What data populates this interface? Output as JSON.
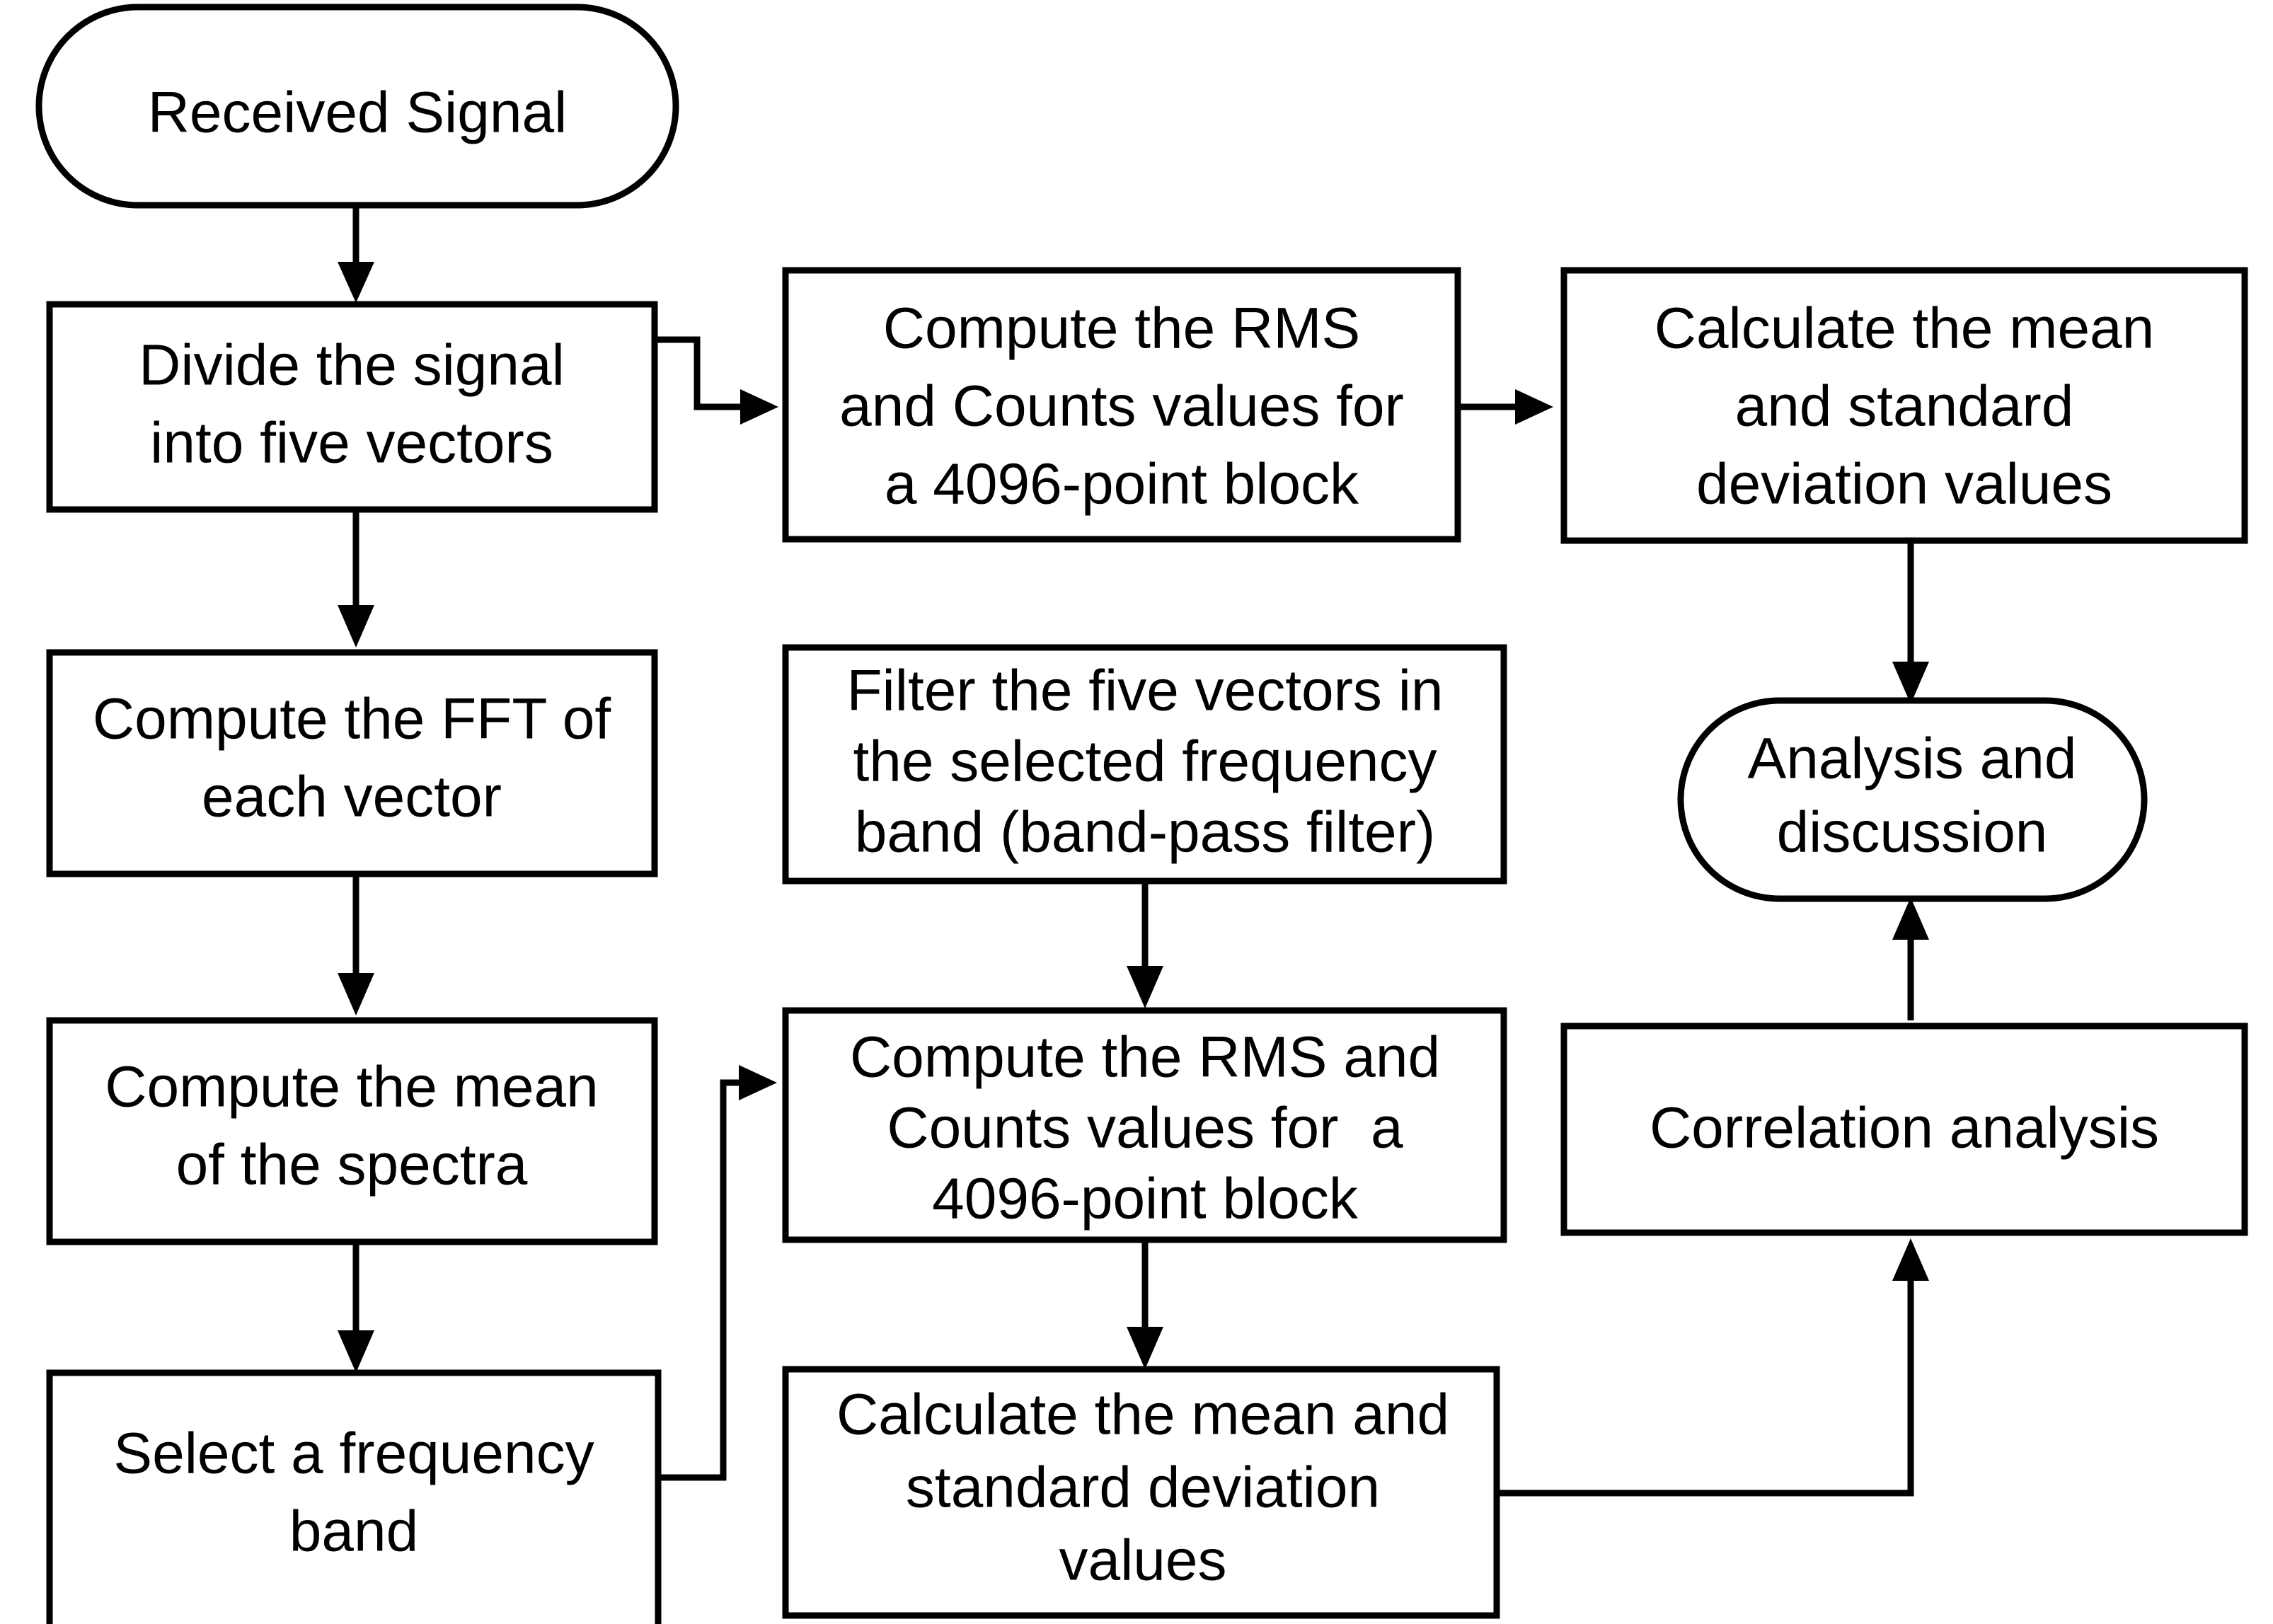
{
  "diagram": {
    "title": "Signal processing and analysis flowchart",
    "background_color": "#ffffff",
    "line_color": "#000000",
    "text_color": "#000000",
    "nodes": {
      "received_signal": {
        "label": "Received Signal",
        "shape": "rounded-terminator",
        "lines": [
          "Received Signal"
        ]
      },
      "divide_signal": {
        "label": "Divide the signal into five vectors",
        "shape": "rectangle",
        "lines": [
          "Divide the signal",
          "into five vectors"
        ]
      },
      "compute_rms_top": {
        "label": "Compute the RMS and Counts values for a 4096-point block",
        "shape": "rectangle",
        "lines": [
          "Compute the RMS",
          "and Counts values for",
          "a 4096-point block"
        ]
      },
      "calc_mean_std_top": {
        "label": "Calculate the mean and standard deviation values",
        "shape": "rectangle",
        "lines": [
          "Calculate the mean",
          "and standard",
          "deviation values"
        ]
      },
      "compute_fft": {
        "label": "Compute the FFT of each vector",
        "shape": "rectangle",
        "lines": [
          "Compute the FFT of",
          "each vector"
        ]
      },
      "filter_vectors": {
        "label": "Filter the five vectors in the selected frequency band (band-pass filter)",
        "shape": "rectangle",
        "lines": [
          "Filter the five vectors in",
          "the selected frequency",
          "band (band-pass filter)"
        ]
      },
      "analysis_discussion": {
        "label": "Analysis and discussion",
        "shape": "rounded-terminator",
        "lines": [
          "Analysis and",
          "discussion"
        ]
      },
      "compute_mean_spectra": {
        "label": "Compute the mean of the spectra",
        "shape": "rectangle",
        "lines": [
          "Compute the mean",
          "of the spectra"
        ]
      },
      "compute_rms_mid": {
        "label": "Compute the RMS and Counts values for a 4096-point block",
        "shape": "rectangle",
        "lines": [
          "Compute the RMS and",
          "Counts values for  a",
          "4096-point block"
        ]
      },
      "correlation_analysis": {
        "label": "Correlation analysis",
        "shape": "rectangle",
        "lines": [
          "Correlation analysis"
        ]
      },
      "select_band": {
        "label": "Select a frequency band",
        "shape": "rectangle",
        "lines": [
          "Select a frequency",
          "band"
        ]
      },
      "calc_mean_std_bottom": {
        "label": "Calculate the mean and standard deviation values",
        "shape": "rectangle",
        "lines": [
          "Calculate the mean and",
          "standard deviation",
          "values"
        ]
      }
    },
    "edges": [
      {
        "from": "received_signal",
        "to": "divide_signal",
        "style": "arrow-down"
      },
      {
        "from": "divide_signal",
        "to": "compute_rms_top",
        "style": "arrow-right"
      },
      {
        "from": "compute_rms_top",
        "to": "calc_mean_std_top",
        "style": "arrow-right"
      },
      {
        "from": "divide_signal",
        "to": "compute_fft",
        "style": "arrow-down"
      },
      {
        "from": "calc_mean_std_top",
        "to": "analysis_discussion",
        "style": "arrow-down"
      },
      {
        "from": "compute_fft",
        "to": "compute_mean_spectra",
        "style": "arrow-down"
      },
      {
        "from": "filter_vectors",
        "to": "compute_rms_mid",
        "style": "arrow-down"
      },
      {
        "from": "compute_mean_spectra",
        "to": "select_band",
        "style": "arrow-down"
      },
      {
        "from": "compute_rms_mid",
        "to": "calc_mean_std_bottom",
        "style": "arrow-down"
      },
      {
        "from": "select_band",
        "to": "filter_vectors",
        "style": "elbow-right-up-arrow"
      },
      {
        "from": "calc_mean_std_bottom",
        "to": "correlation_analysis",
        "style": "elbow-right-up-arrow"
      },
      {
        "from": "correlation_analysis",
        "to": "analysis_discussion",
        "style": "arrow-up"
      }
    ]
  }
}
